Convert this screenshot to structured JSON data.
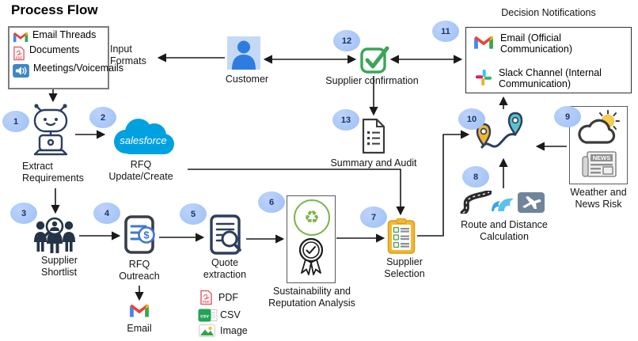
{
  "title": "Process Flow",
  "input_formats": {
    "side_label": "Input\nFormats",
    "items": [
      {
        "icon": "gmail-icon",
        "label": "Email Threads"
      },
      {
        "icon": "pdf-icon",
        "label": "Documents"
      },
      {
        "icon": "speaker-icon",
        "label": "Meetings/Voicemails"
      }
    ]
  },
  "customer": {
    "label": "Customer"
  },
  "steps": {
    "extract": {
      "num": "1",
      "label": "Extract\nRequirements"
    },
    "rfq_update": {
      "num": "2",
      "label": "RFQ\nUpdate/Create"
    },
    "shortlist": {
      "num": "3",
      "label": "Supplier\nShortlist"
    },
    "outreach": {
      "num": "4",
      "label": "RFQ\nOutreach",
      "channel_label": "Email"
    },
    "quote": {
      "num": "5",
      "label": "Quote\nextraction",
      "formats": [
        "PDF",
        "CSV",
        "Image"
      ]
    },
    "sustainability": {
      "num": "6",
      "label": "Sustainability and\nReputation Analysis"
    },
    "selection": {
      "num": "7",
      "label": "Supplier\nSelection"
    },
    "route_calc": {
      "num": "8",
      "label": "Route and Distance\nCalculation"
    },
    "weather": {
      "num": "9",
      "label": "Weather and\nNews Risk"
    },
    "route_map": {
      "num": "10"
    },
    "notifications": {
      "num": "11",
      "title": "Decision Notifications",
      "items": [
        {
          "icon": "gmail-icon",
          "label": "Email (Official\nCommunication)"
        },
        {
          "icon": "slack-icon",
          "label": "Slack Channel (Internal\nCommunication)"
        }
      ]
    },
    "confirmation": {
      "num": "12",
      "label": "Supplier confirmation"
    },
    "summary": {
      "num": "13",
      "label": "Summary and Audit"
    }
  },
  "icon_texts": {
    "salesforce": "salesforce",
    "news": "NEWS",
    "csv": "csv",
    "pdf": "PDF",
    "dollar": "$"
  },
  "colors": {
    "badge_fill": "#a5c6f8",
    "badge_text": "#1d3461",
    "salesforce_blue": "#00a1e0",
    "check_green": "#3aa657",
    "clipboard_yellow": "#f5b82e",
    "recycle_green": "#7ab648",
    "gmail_red": "#ea4335",
    "gmail_blue": "#4285f4",
    "gmail_green": "#34a853",
    "gmail_yellow": "#fbbc04",
    "slack_blue": "#36c5f0",
    "slack_green": "#2eb67d",
    "slack_yellow": "#ecb22e",
    "slack_red": "#e01e5a",
    "pin_yellow": "#f0b42c",
    "pin_teal": "#59c2cf",
    "navy": "#2c3e5d",
    "wave_blue": "#39a5dd",
    "customer_blue": "#2e7ce0",
    "arrow": "#1a1a1a"
  }
}
